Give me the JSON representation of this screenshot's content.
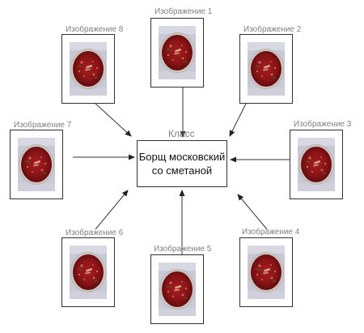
{
  "center": {
    "class_label": "Класс",
    "line1": "Борщ московский",
    "line2": "со сметаной"
  },
  "images": [
    {
      "label": "Изображение 1",
      "icon": "borscht-bowl-photo"
    },
    {
      "label": "Изображение 2",
      "icon": "borscht-bowl-photo"
    },
    {
      "label": "Изображение 3",
      "icon": "borscht-bowl-photo"
    },
    {
      "label": "Изображение 4",
      "icon": "borscht-bowl-photo"
    },
    {
      "label": "Изображение 5",
      "icon": "borscht-bowl-photo"
    },
    {
      "label": "Изображение 6",
      "icon": "borscht-bowl-photo"
    },
    {
      "label": "Изображение 7",
      "icon": "borscht-bowl-photo"
    },
    {
      "label": "Изображение 8",
      "icon": "borscht-bowl-photo"
    }
  ]
}
